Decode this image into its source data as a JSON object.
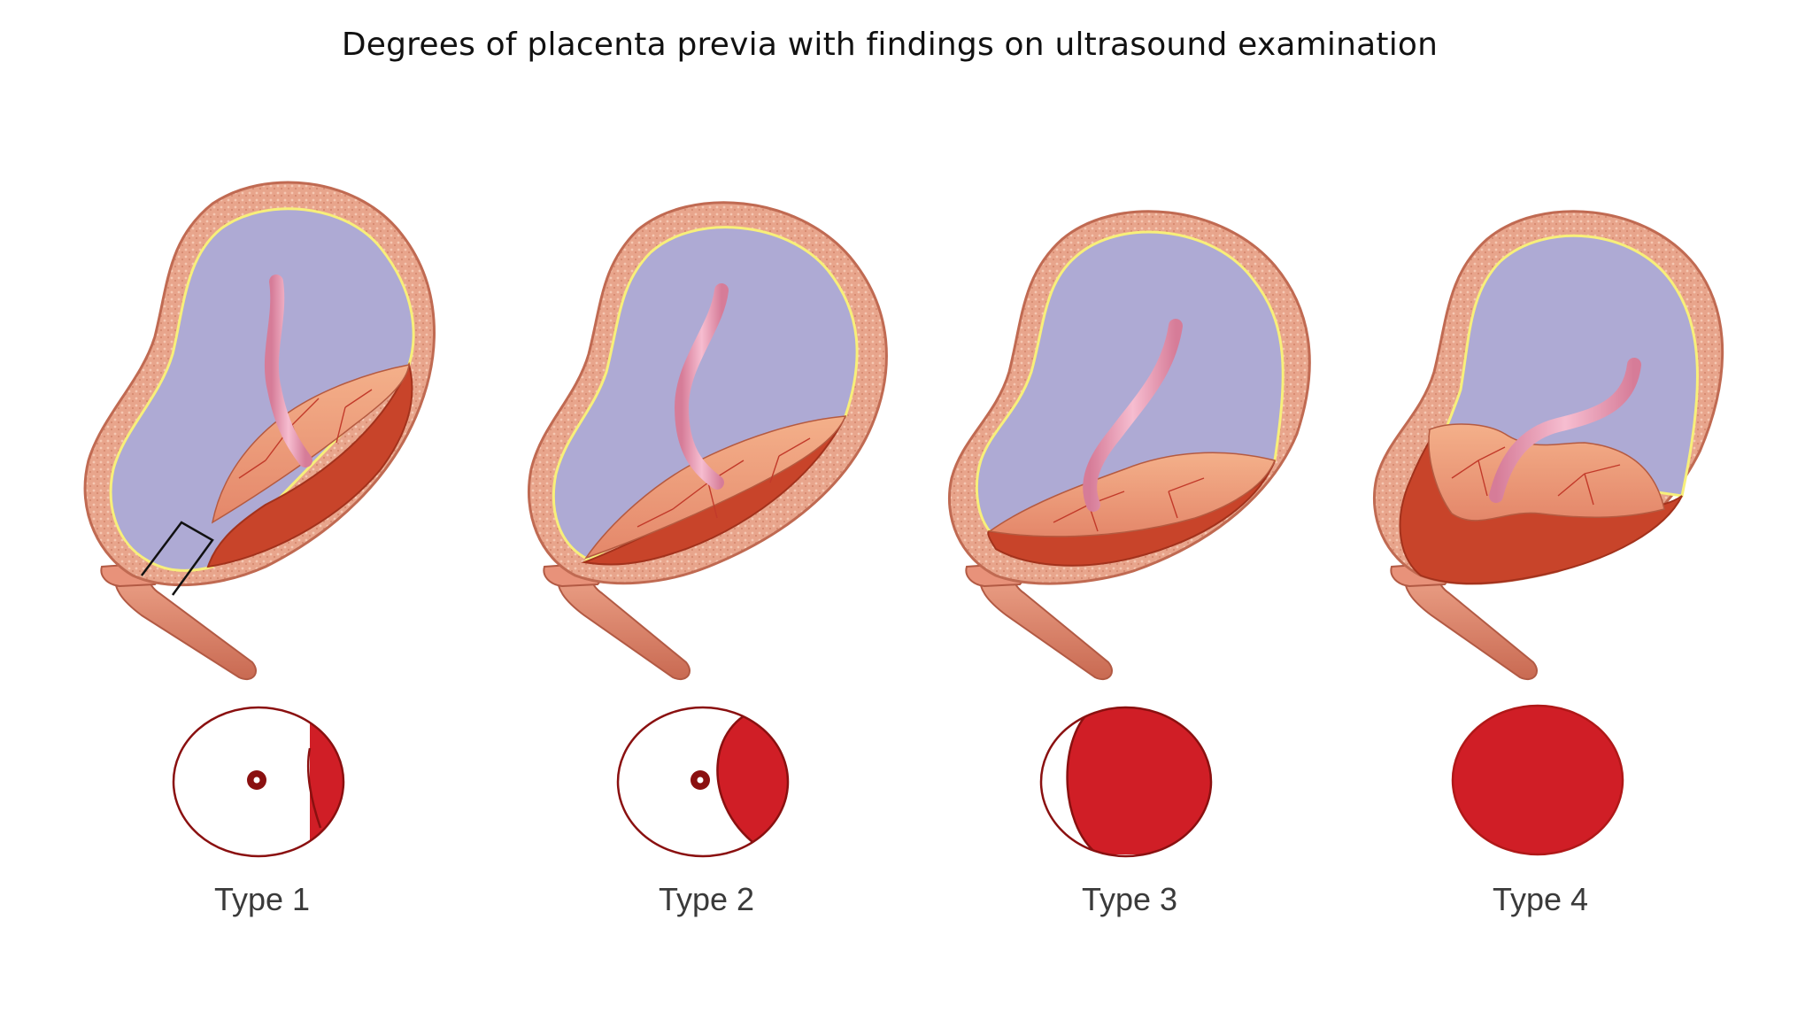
{
  "title": "Degrees of placenta previa with findings on ultrasound examination",
  "colors": {
    "cavity": "#aeaad4",
    "wall": "#e0967e",
    "wall_texture": "#f2b9a2",
    "membrane": "#f7ef7a",
    "placenta_body": "#c8442a",
    "placenta_surface": "#f0a27a",
    "cord": "#e89ab0",
    "us_fill": "#d01e26",
    "us_outline": "#8a1010"
  },
  "panels": [
    {
      "label": "Type 1",
      "us_coverage": "marginal-small"
    },
    {
      "label": "Type 2",
      "us_coverage": "partial-large"
    },
    {
      "label": "Type 3",
      "us_coverage": "almost-complete"
    },
    {
      "label": "Type 4",
      "us_coverage": "complete"
    }
  ]
}
